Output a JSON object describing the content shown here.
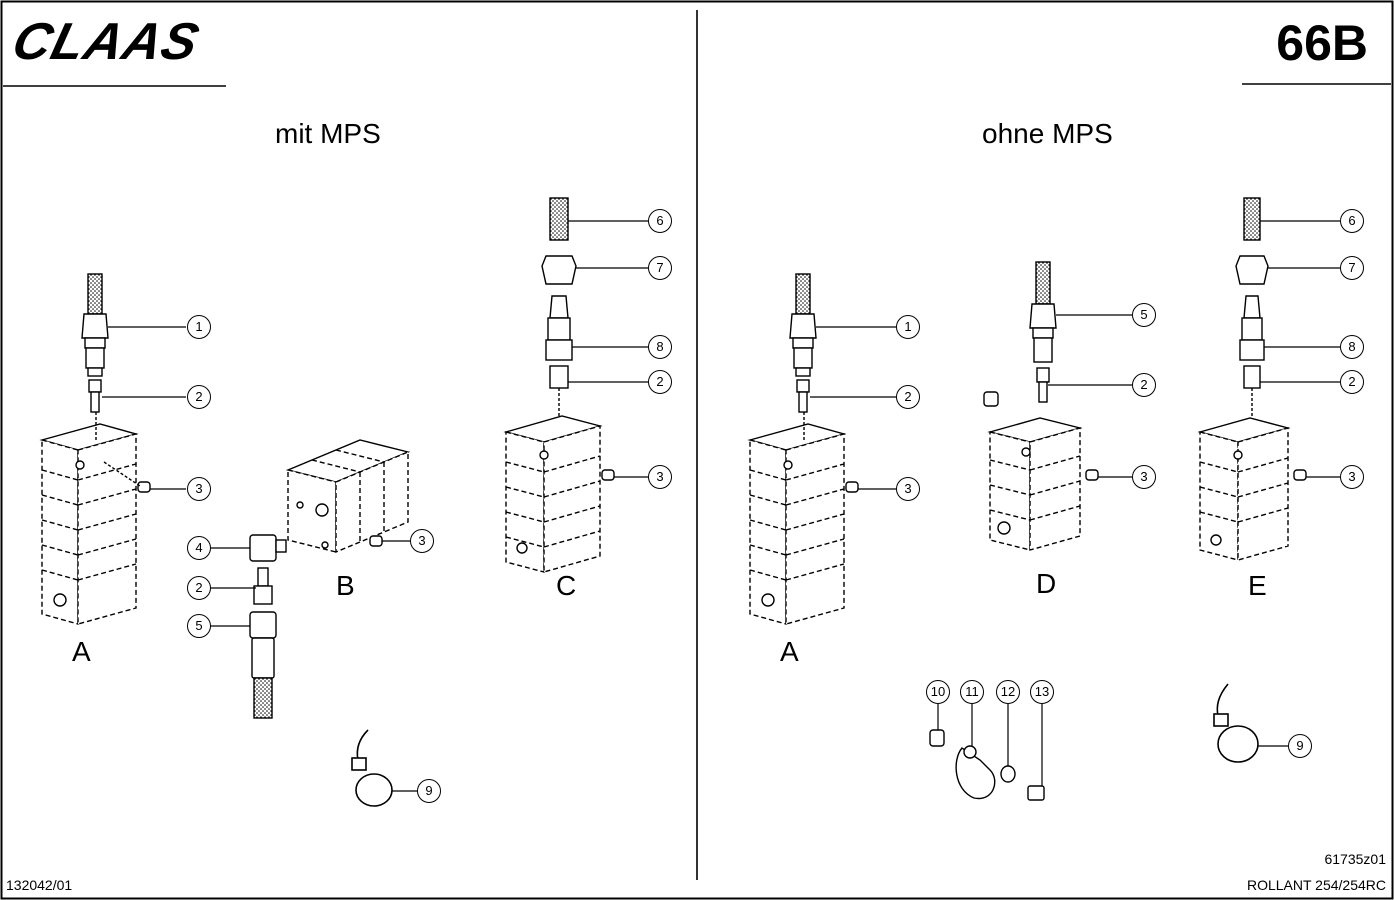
{
  "header": {
    "logo_text": "CLAAS",
    "sheet_number": "66B"
  },
  "panels": {
    "left": {
      "title": "mit MPS",
      "assemblies": [
        "A",
        "B",
        "C"
      ]
    },
    "right": {
      "title": "ohne MPS",
      "assemblies": [
        "A",
        "D",
        "E"
      ]
    }
  },
  "callouts": {
    "left": [
      "1",
      "2",
      "3",
      "4",
      "2",
      "5",
      "3",
      "6",
      "7",
      "8",
      "2",
      "3",
      "9"
    ],
    "right": [
      "1",
      "2",
      "3",
      "5",
      "2",
      "3",
      "6",
      "7",
      "8",
      "2",
      "3",
      "10",
      "11",
      "12",
      "13",
      "9"
    ]
  },
  "footer": {
    "left_code": "132042/01",
    "drawing_no": "61735z01",
    "model": "ROLLANT 254/254RC"
  },
  "colors": {
    "line": "#000000",
    "background": "#ffffff"
  }
}
